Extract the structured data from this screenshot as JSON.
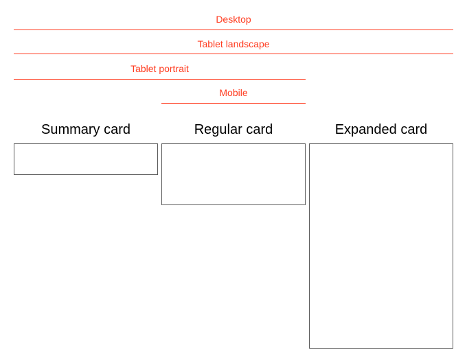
{
  "colors": {
    "breakpoint": "#ff3b1f",
    "card_border": "#5a5a5a",
    "text": "#000000"
  },
  "breakpoints": {
    "desktop": "Desktop",
    "tablet_landscape": "Tablet landscape",
    "tablet_portrait": "Tablet portrait",
    "mobile": "Mobile"
  },
  "cards": {
    "summary": "Summary card",
    "regular": "Regular card",
    "expanded": "Expanded card"
  }
}
